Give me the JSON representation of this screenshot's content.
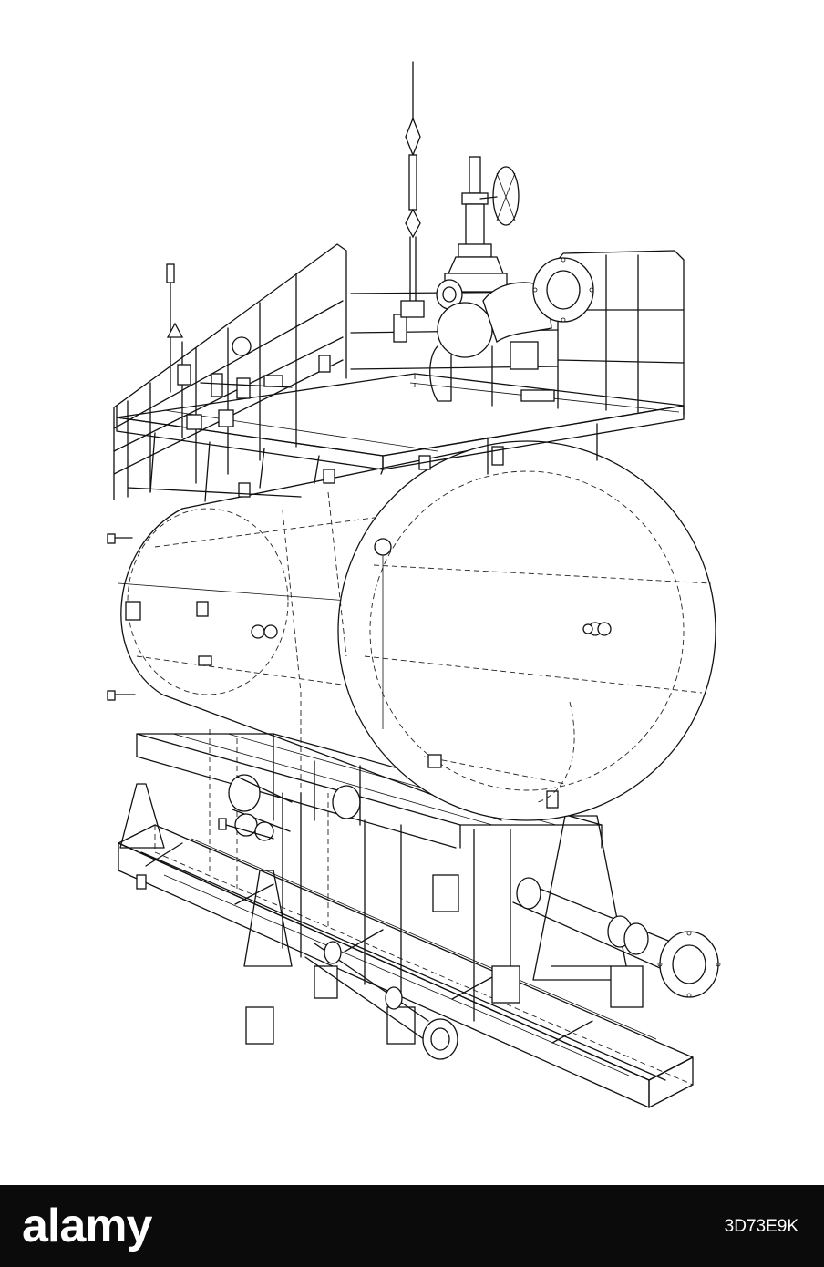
{
  "image": {
    "subject": "wireframe-pressure-vessel-skid",
    "background": "#ffffff",
    "line_color": "#111111"
  },
  "footer": {
    "brand": "alamy",
    "image_id": "3D73E9K",
    "background": "#0b0b0b",
    "text_color": "#ffffff"
  }
}
